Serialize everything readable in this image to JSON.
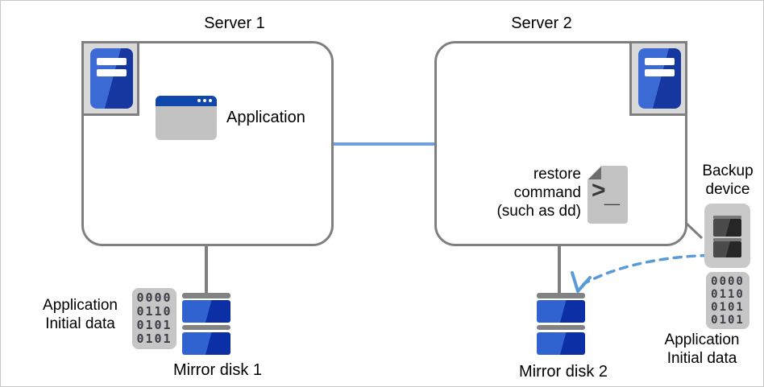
{
  "server1": {
    "title": "Server 1"
  },
  "server2": {
    "title": "Server 2"
  },
  "application": {
    "label": "Application"
  },
  "restore_command": {
    "line1": "restore",
    "line2": "command",
    "line3": "(such as dd)"
  },
  "script_icon": {
    "prompt": ">",
    "cursor": "_"
  },
  "backup_device": {
    "line1": "Backup",
    "line2": "device"
  },
  "initial_data_left": {
    "line1": "Application",
    "line2": "Initial data"
  },
  "initial_data_right": {
    "line1": "Application",
    "line2": "Initial data"
  },
  "binary": {
    "rows": [
      "0000",
      "0110",
      "0101",
      "0101"
    ]
  },
  "mirror_disk1": {
    "label": "Mirror disk 1"
  },
  "mirror_disk2": {
    "label": "Mirror disk 2"
  },
  "icons": {
    "server": "server-tower-icon",
    "application": "application-window-icon",
    "restore": "shell-script-icon",
    "backup": "backup-tape-device-icon",
    "data": "binary-data-icon",
    "disk": "mirror-disk-icon"
  },
  "colors": {
    "box_border_gray": "#7f7f7f",
    "interconnect_blue": "#6d9eeb",
    "restore_arrow_blue": "#5b9bd5",
    "server_blue_light": "#3d6bd5",
    "server_blue_dark": "#16379f",
    "disk_blue_light": "#3163d0",
    "disk_blue_dark": "#0c2fa5",
    "titlebar_blue": "#0f47ad",
    "icon_gray_fill": "#c6c6c6",
    "connector_gray": "#7f7f7f"
  }
}
